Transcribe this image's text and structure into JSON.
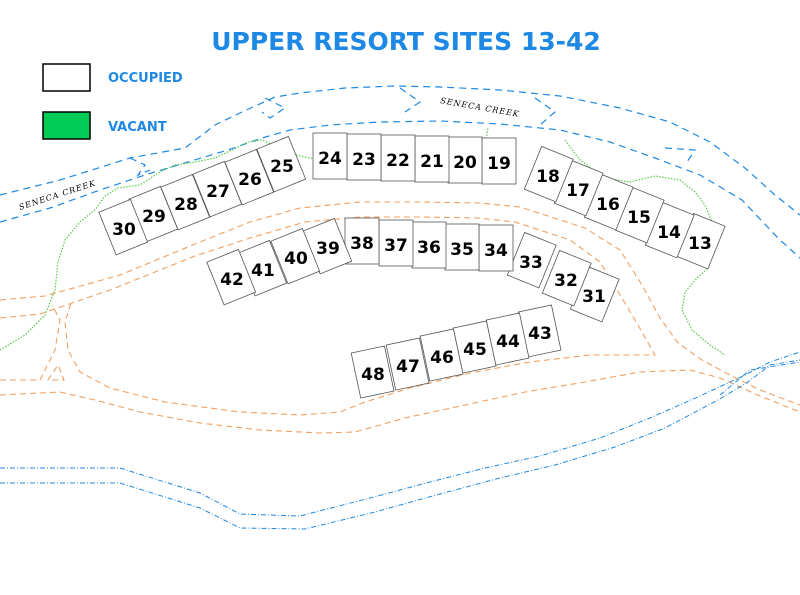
{
  "title": "UPPER RESORT SITES 13-42",
  "legend": {
    "occupied_label": "OCCUPIED",
    "vacant_label": "VACANT",
    "occupied_color": "#ffffff",
    "vacant_color": "#00cc55"
  },
  "creek_labels": [
    "SENECA CREEK",
    "SENECA CREEK"
  ],
  "colors": {
    "title": "#1e88e5",
    "creek": "#1e88e5",
    "road": "#f0a060",
    "vegetation": "#55cc44",
    "utility": "#2288dd"
  },
  "sites": [
    {
      "number": "13",
      "status": "occupied"
    },
    {
      "number": "14",
      "status": "occupied"
    },
    {
      "number": "15",
      "status": "occupied"
    },
    {
      "number": "16",
      "status": "occupied"
    },
    {
      "number": "17",
      "status": "occupied"
    },
    {
      "number": "18",
      "status": "occupied"
    },
    {
      "number": "19",
      "status": "occupied"
    },
    {
      "number": "20",
      "status": "occupied"
    },
    {
      "number": "21",
      "status": "occupied"
    },
    {
      "number": "22",
      "status": "occupied"
    },
    {
      "number": "23",
      "status": "occupied"
    },
    {
      "number": "24",
      "status": "occupied"
    },
    {
      "number": "25",
      "status": "occupied"
    },
    {
      "number": "26",
      "status": "occupied"
    },
    {
      "number": "27",
      "status": "occupied"
    },
    {
      "number": "28",
      "status": "occupied"
    },
    {
      "number": "29",
      "status": "occupied"
    },
    {
      "number": "30",
      "status": "occupied"
    },
    {
      "number": "31",
      "status": "occupied"
    },
    {
      "number": "32",
      "status": "occupied"
    },
    {
      "number": "33",
      "status": "occupied"
    },
    {
      "number": "34",
      "status": "occupied"
    },
    {
      "number": "35",
      "status": "occupied"
    },
    {
      "number": "36",
      "status": "occupied"
    },
    {
      "number": "37",
      "status": "occupied"
    },
    {
      "number": "38",
      "status": "occupied"
    },
    {
      "number": "39",
      "status": "occupied"
    },
    {
      "number": "40",
      "status": "occupied"
    },
    {
      "number": "41",
      "status": "occupied"
    },
    {
      "number": "42",
      "status": "occupied"
    },
    {
      "number": "43",
      "status": "occupied"
    },
    {
      "number": "44",
      "status": "occupied"
    },
    {
      "number": "45",
      "status": "occupied"
    },
    {
      "number": "46",
      "status": "occupied"
    },
    {
      "number": "47",
      "status": "occupied"
    },
    {
      "number": "48",
      "status": "occupied"
    }
  ]
}
